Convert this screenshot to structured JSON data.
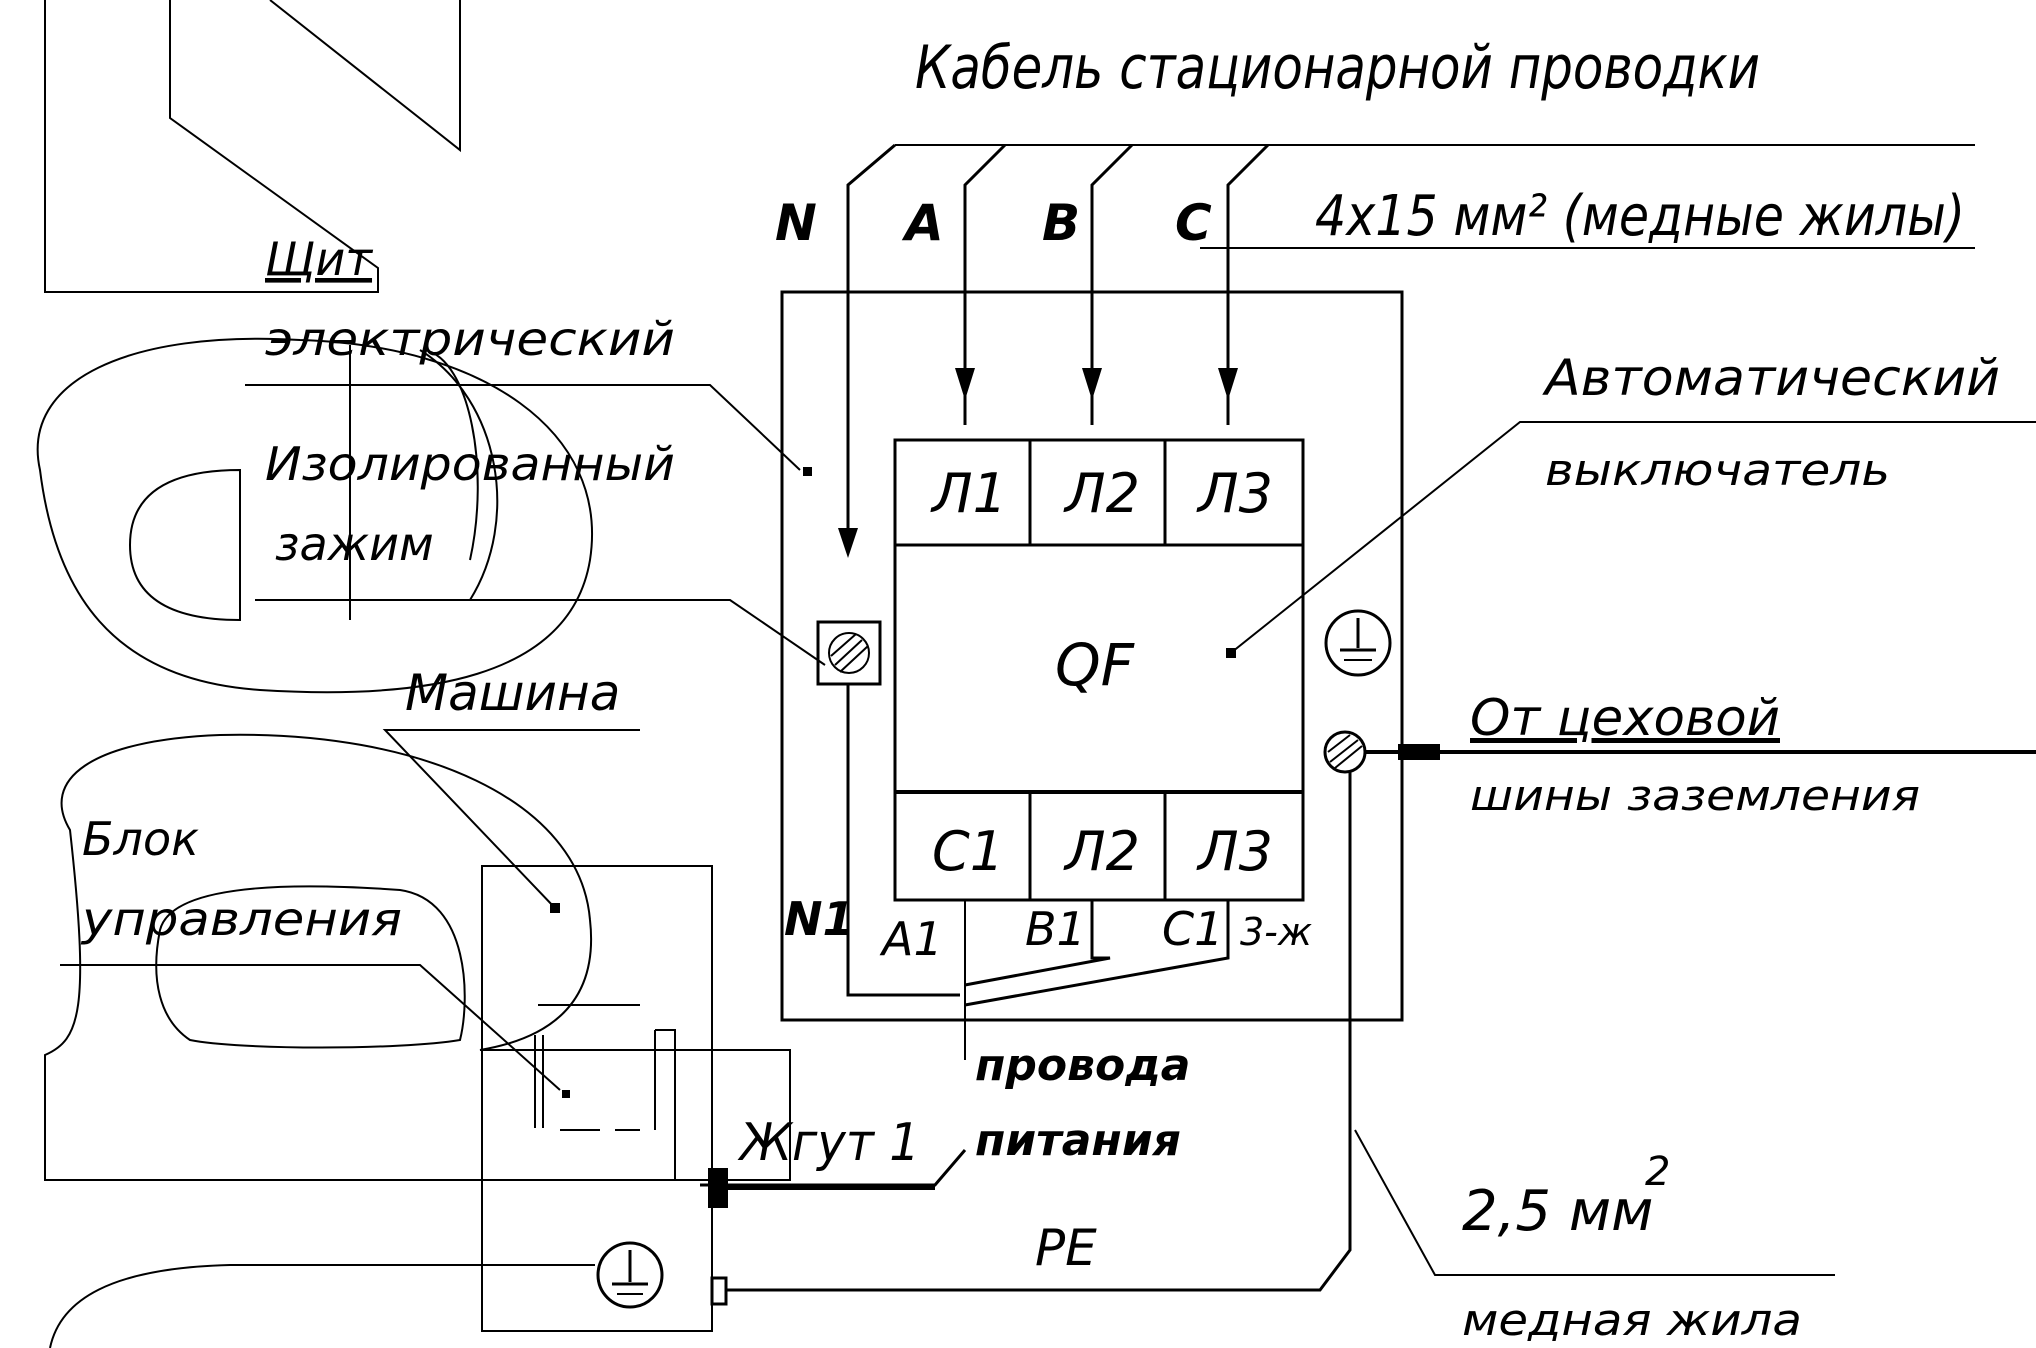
{
  "labels": {
    "cable_title": "Кабель стационарной проводки",
    "cable_spec": "4x15 мм² (медные жилы)",
    "phase_n": "N",
    "phase_a": "A",
    "phase_b": "B",
    "phase_c": "C",
    "panel_line1": "Щит",
    "panel_line2": "электрический",
    "clamp_line1": "Изолированный",
    "clamp_line2": "зажим",
    "machine": "Машина",
    "control_line1": "Блок",
    "control_line2": "управления",
    "breaker_line1": "Автоматический",
    "breaker_line2": "выключатель",
    "qf": "QF",
    "top_l1": "Л1",
    "top_l2": "Л2",
    "top_l3": "Л3",
    "bot_c1": "С1",
    "bot_l2": "Л2",
    "bot_l3": "Л3",
    "out_n1": "N1",
    "out_a1": "A1",
    "out_b1": "B1",
    "out_c1": "C1",
    "three_wire": "3-ж",
    "ground_line1": "От цеховой",
    "ground_line2": "шины заземления",
    "supply_line1": "провода",
    "supply_line2": "питания",
    "harness": "Жгут 1",
    "pe": "PE",
    "wire_size": "2,5 мм",
    "wire_size_sup": "2",
    "wire_material": "медная жила"
  },
  "icons": [
    "ground-icon",
    "terminal-clamp-icon",
    "arrow-down-icon",
    "connector-icon"
  ]
}
